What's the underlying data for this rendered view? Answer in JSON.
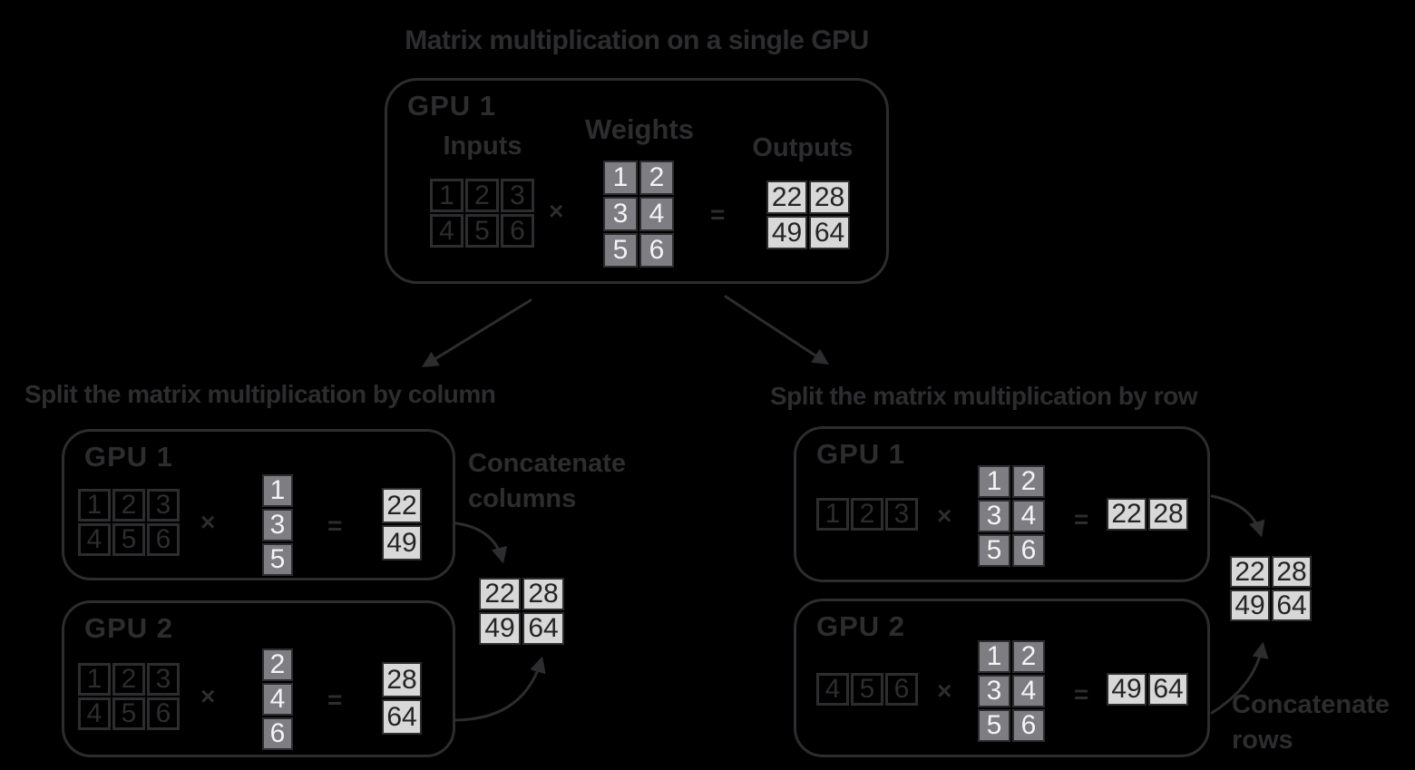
{
  "colors": {
    "background": "#000000",
    "ink": "#2d2d2f",
    "gray_cell": "#7e7e82",
    "light_cell": "#d8d8d8",
    "white": "#f4f4f4"
  },
  "ops": {
    "times": "×",
    "equals": "="
  },
  "top": {
    "title": "Matrix multiplication on a single GPU",
    "panel_label": "GPU 1",
    "inputs_label": "Inputs",
    "weights_label": "Weights",
    "outputs_label": "Outputs",
    "inputs": [
      [
        "1",
        "2",
        "3"
      ],
      [
        "4",
        "5",
        "6"
      ]
    ],
    "weights": [
      [
        "1",
        "2"
      ],
      [
        "3",
        "4"
      ],
      [
        "5",
        "6"
      ]
    ],
    "outputs": [
      [
        "22",
        "28"
      ],
      [
        "49",
        "64"
      ]
    ]
  },
  "column_split": {
    "heading": "Split the matrix multiplication by column",
    "gpu1": {
      "label": "GPU 1",
      "inputs": [
        [
          "1",
          "2",
          "3"
        ],
        [
          "4",
          "5",
          "6"
        ]
      ],
      "weights": [
        [
          "1"
        ],
        [
          "3"
        ],
        [
          "5"
        ]
      ],
      "outputs": [
        [
          "22"
        ],
        [
          "49"
        ]
      ]
    },
    "gpu2": {
      "label": "GPU 2",
      "inputs": [
        [
          "1",
          "2",
          "3"
        ],
        [
          "4",
          "5",
          "6"
        ]
      ],
      "weights": [
        [
          "2"
        ],
        [
          "4"
        ],
        [
          "6"
        ]
      ],
      "outputs": [
        [
          "28"
        ],
        [
          "64"
        ]
      ]
    },
    "concatenate_label": "Concatenate columns",
    "result": [
      [
        "22",
        "28"
      ],
      [
        "49",
        "64"
      ]
    ]
  },
  "row_split": {
    "heading": "Split the matrix multiplication by row",
    "gpu1": {
      "label": "GPU 1",
      "inputs": [
        [
          "1",
          "2",
          "3"
        ]
      ],
      "weights": [
        [
          "1",
          "2"
        ],
        [
          "3",
          "4"
        ],
        [
          "5",
          "6"
        ]
      ],
      "outputs": [
        [
          "22",
          "28"
        ]
      ]
    },
    "gpu2": {
      "label": "GPU 2",
      "inputs": [
        [
          "4",
          "5",
          "6"
        ]
      ],
      "weights": [
        [
          "1",
          "2"
        ],
        [
          "3",
          "4"
        ],
        [
          "5",
          "6"
        ]
      ],
      "outputs": [
        [
          "49",
          "64"
        ]
      ]
    },
    "concatenate_label": "Concatenate rows",
    "result": [
      [
        "22",
        "28"
      ],
      [
        "49",
        "64"
      ]
    ]
  }
}
